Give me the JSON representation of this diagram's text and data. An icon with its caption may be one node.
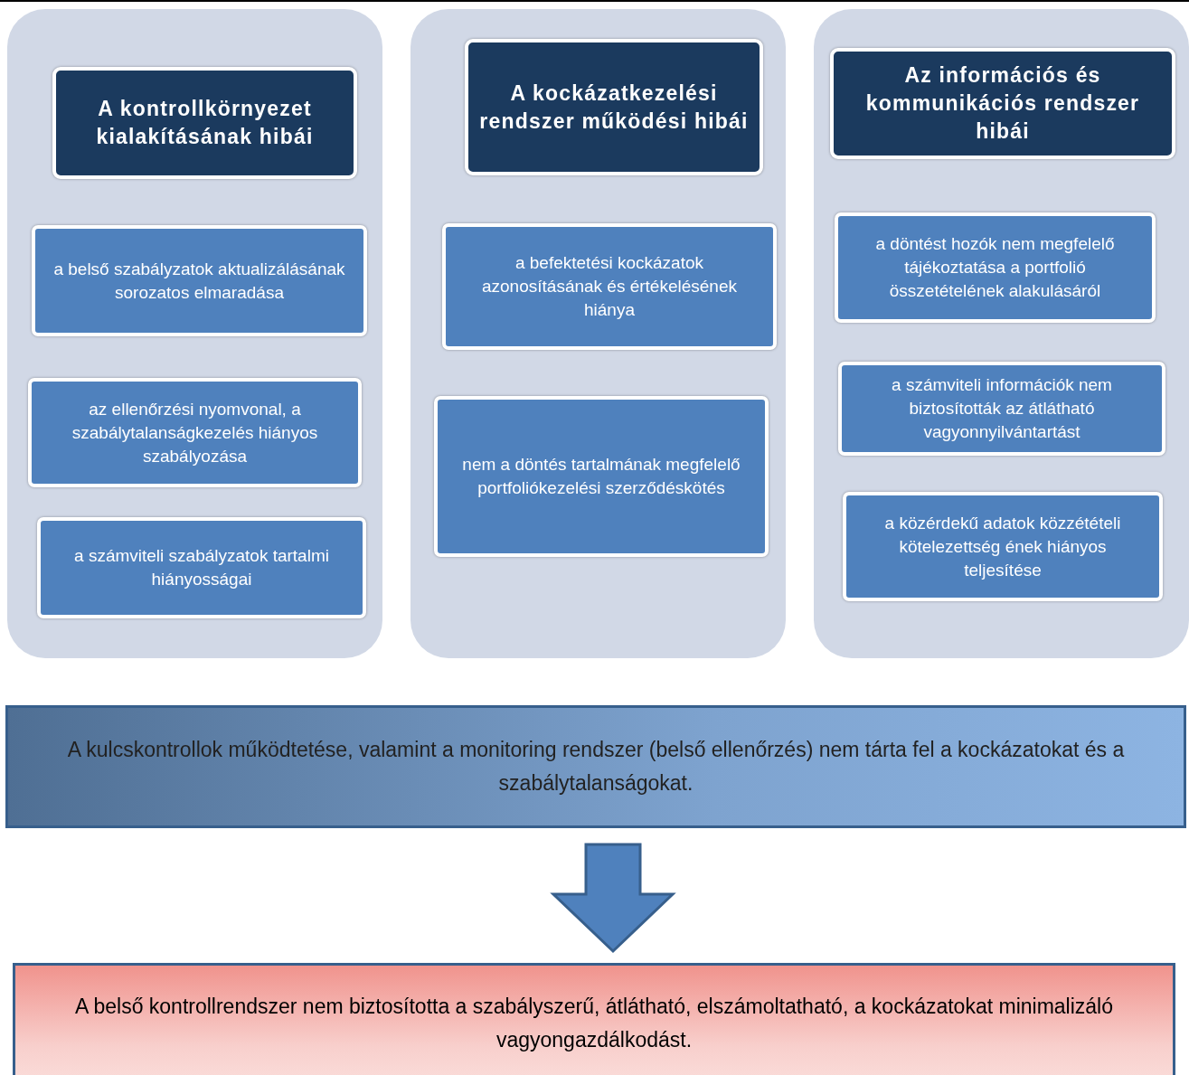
{
  "diagram": {
    "nodes": [
      {
        "text": [],
        "shape": "box"
      },
      {
        "text": [
          "A kontrollkörnyezet kialakításának hibái"
        ],
        "in": 0
      },
      {
        "text": [
          "a belső szabályzatok aktualizálásának sorozatos elmaradása"
        ],
        "in": 0
      },
      {
        "text": [
          "az ellenőrzési nyomvonal, a szabálytalanságkezelés hiányos szabályozása"
        ],
        "in": 0
      },
      {
        "text": [
          "a  számviteli szabályzatok tartalmi hiányosságai"
        ],
        "in": 0
      },
      {
        "text": [],
        "shape": "box"
      },
      {
        "text": [
          "A kockázatkezelési rendszer működési hibái"
        ],
        "in": 5
      },
      {
        "text": [
          "a befektetési kockázatok azonosításának és értékelésének hiánya"
        ],
        "in": 5
      },
      {
        "text": [
          "nem a  döntés tartalmának megfelelő portfoliókezelési szerződéskötés"
        ],
        "in": 5
      },
      {
        "text": [],
        "shape": "box"
      },
      {
        "text": [
          "Az információs és kommunikációs rendszer hibái"
        ],
        "in": 9
      },
      {
        "text": [
          "a döntést hozók nem  megfelelő tájékoztatása a portfolió összetételének alakulásáról"
        ],
        "in": 9
      },
      {
        "text": [
          "a számviteli információk nem biztosították az átlátható vagyonnyilvántartást"
        ],
        "in": 9
      },
      {
        "text": [
          "a közérdekű adatok közzétételi kötelezettség ének hiányos teljesítése"
        ],
        "in": 9
      },
      {
        "text": [
          "A kulcskontrollok működtetése, valamint a monitoring rendszer (belső ellenőrzés) nem tárta fel a kockázatokat és a szabálytalanságokat."
        ]
      },
      {
        "text": [
          "A belső kontrollrendszer nem biztosította a szabályszerű, átlátható, elszámoltatható, a kockázatokat minimalizáló vagyongazdálkodást."
        ]
      }
    ],
    "edges": [
      {
        "from": 14,
        "to": 15,
        "arrow": "to",
        "style": "thick"
      }
    ]
  }
}
